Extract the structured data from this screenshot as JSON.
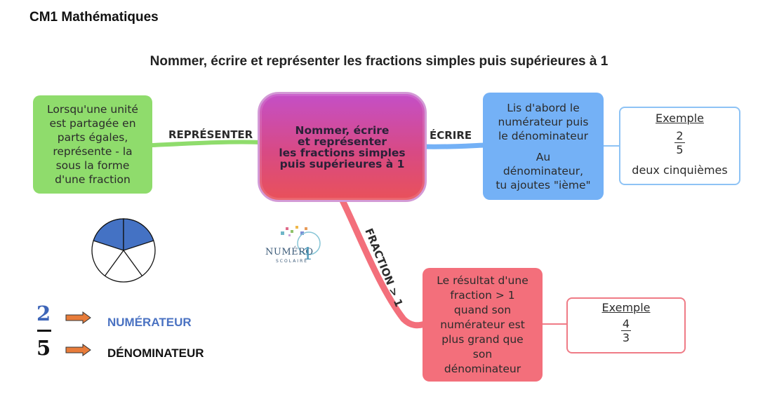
{
  "header": {
    "subject": "CM1 Mathématiques",
    "title": "Nommer, écrire et représenter les fractions simples puis supérieures à 1"
  },
  "center": {
    "lines": [
      "Nommer, écrire",
      "et représenter",
      "les fractions simples",
      "puis supérieures à 1"
    ]
  },
  "branches": {
    "left_label": "REPRÉSENTER",
    "right_label": "ÉCRIRE",
    "bottom_label": "FRACTION > 1"
  },
  "left_node": {
    "lines": [
      "Lorsqu'une unité",
      "est partagée en",
      "parts égales,",
      "représente - la",
      "sous la forme",
      "d'une fraction"
    ]
  },
  "right_node": {
    "para1": [
      "Lis d'abord le",
      "numérateur puis",
      "le dénominateur"
    ],
    "para2": [
      "Au",
      "dénominateur,",
      "tu ajoutes \"ième\""
    ]
  },
  "example1": {
    "title": "Exemple",
    "numerator": "2",
    "denominator": "5",
    "words": "deux cinquièmes"
  },
  "bottom_node": {
    "lines": [
      "Le résultat d'une",
      "fraction  > 1",
      "quand son",
      "numérateur est",
      "plus grand que",
      "son",
      "dénominateur"
    ]
  },
  "example2": {
    "title": "Exemple",
    "numerator": "4",
    "denominator": "3"
  },
  "legend": {
    "numerator_digit": "2",
    "denominator_digit": "5",
    "numerator_word": "NUMÉRATEUR",
    "denominator_word": "DÉNOMINATEUR"
  },
  "pie": {
    "parts": 5,
    "shaded": 2,
    "shade_color": "#4472c4"
  },
  "logo": {
    "text": "NUMÉRO",
    "digit": "1",
    "sub": "SCOLAIRE"
  },
  "colors": {
    "green": "#8fdc6c",
    "blue": "#74b1f6",
    "red": "#f36f7b",
    "arrow": "#e87c3a"
  }
}
